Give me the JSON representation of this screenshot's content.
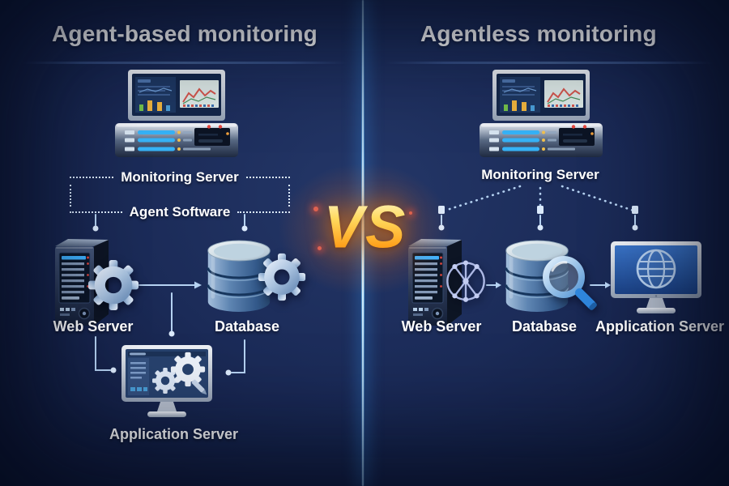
{
  "left_panel": {
    "title": "Agent-based monitoring",
    "monitoring_server_label": "Monitoring Server",
    "agent_software_label": "Agent Software",
    "web_server_label": "Web Server",
    "database_label": "Database",
    "application_server_label": "Application Server"
  },
  "right_panel": {
    "title": "Agentless monitoring",
    "monitoring_server_label": "Monitoring Server",
    "web_server_label": "Web Server",
    "database_label": "Database",
    "application_server_label": "Application Server"
  },
  "center": {
    "vs_label": "VS"
  },
  "icons": {
    "left_monitoring_server": "rack-server-with-dashboard-icon",
    "left_web_server": "tower-server-icon + gear-icon",
    "left_database": "database-cylinder-icon + gear-icon",
    "left_application_server": "monitor-with-gears-icon",
    "right_monitoring_server": "rack-server-with-dashboard-icon",
    "right_web_server": "tower-server-icon + network-hub-icon",
    "right_database": "database-cylinder-icon + magnifier-icon",
    "right_application_server": "monitor-with-globe-icon"
  },
  "colors": {
    "bg-center": "#243768",
    "bg-edge": "#0d1634",
    "title-text": "#ffffff",
    "label-text": "#ffffff",
    "connector": "#b5d2f2",
    "connector-dot": "#dbeafc",
    "divider-glow": "#5ab4ef",
    "vs-top": "#ffda5e",
    "vs-bottom": "#ffa11c",
    "sparkle": "#ff6a55"
  }
}
